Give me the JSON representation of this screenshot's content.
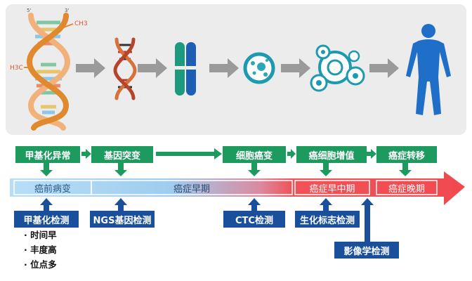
{
  "events": [
    {
      "id": "methylation",
      "label": "甲基化异常"
    },
    {
      "id": "mutation",
      "label": "基因突变"
    },
    {
      "id": "cell",
      "label": "细胞癌变"
    },
    {
      "id": "proliferation",
      "label": "癌细胞增值"
    },
    {
      "id": "metastasis",
      "label": "癌症转移"
    }
  ],
  "stages": [
    {
      "id": "pre",
      "label": "癌前病变"
    },
    {
      "id": "early",
      "label": "癌症早期"
    },
    {
      "id": "mid",
      "label": "癌症早中期"
    },
    {
      "id": "late",
      "label": "癌症晚期"
    }
  ],
  "detections": [
    {
      "id": "methylation-detect",
      "label": "甲基化检测"
    },
    {
      "id": "ngs-detect",
      "label": "NGS基因检测"
    },
    {
      "id": "ctc-detect",
      "label": "CTC检测"
    },
    {
      "id": "biomarker-detect",
      "label": "生化标志检测"
    },
    {
      "id": "imaging-detect",
      "label": "影像学检测"
    }
  ],
  "advantages": [
    "时间早",
    "丰度高",
    "位点多"
  ],
  "bullet": "·",
  "dna_labels": {
    "ch3_top": "CH3",
    "h3c": "H3C",
    "prime5": "5'",
    "prime3": "3'"
  },
  "colors": {
    "green": "#1d9a5e",
    "blue": "#1a4f9c",
    "arrow_gray": "#9a9a9a",
    "body_blue": "#1f6fc9",
    "timeline_start": "#a9d6f5",
    "timeline_end": "#f0484e"
  }
}
